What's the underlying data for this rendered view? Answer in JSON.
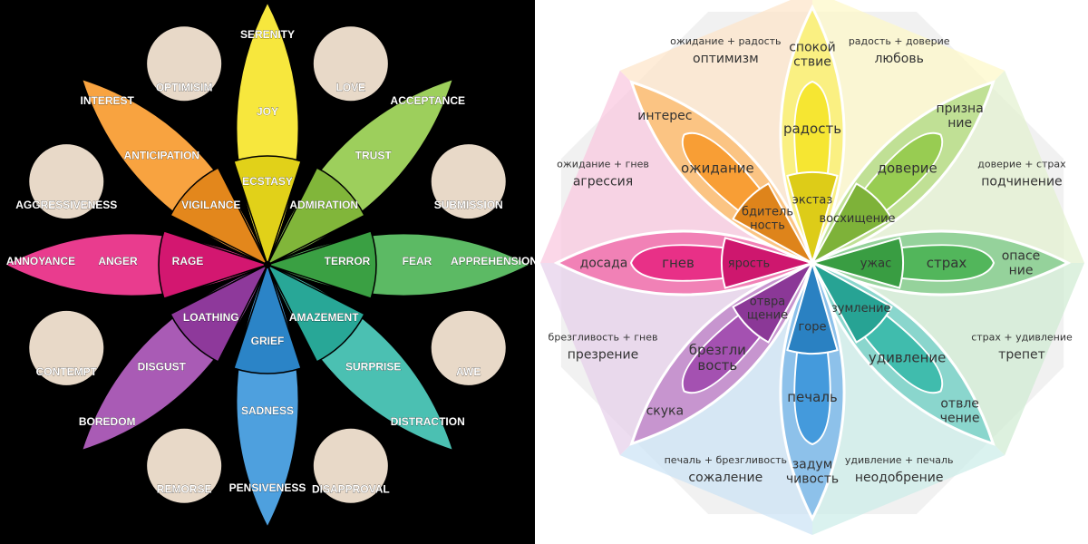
{
  "colors": {
    "joy": "#f5e31b",
    "trust": "#8cc63f",
    "fear": "#3fae49",
    "surprise": "#2bb5a4",
    "sadness": "#2f8fd8",
    "disgust": "#9a3ea8",
    "anger": "#e5197a",
    "anticipation": "#f7931e",
    "left_bg": "#000000",
    "right_bg": "#ffffff",
    "octagon": "#f1f1f1"
  },
  "english_wheel": {
    "petals": [
      {
        "key": "joy",
        "outer": "SERENITY",
        "mid": "JOY",
        "inner": "ECSTASY"
      },
      {
        "key": "trust",
        "outer": "ACCEPTANCE",
        "mid": "TRUST",
        "inner": "ADMIRATION"
      },
      {
        "key": "fear",
        "outer": "APPREHENSION",
        "mid": "FEAR",
        "inner": "TERROR"
      },
      {
        "key": "surprise",
        "outer": "DISTRACTION",
        "mid": "SURPRISE",
        "inner": "AMAZEMENT"
      },
      {
        "key": "sadness",
        "outer": "PENSIVENESS",
        "mid": "SADNESS",
        "inner": "GRIEF"
      },
      {
        "key": "disgust",
        "outer": "BOREDOM",
        "mid": "DISGUST",
        "inner": "LOATHING"
      },
      {
        "key": "anger",
        "outer": "ANNOYANCE",
        "mid": "ANGER",
        "inner": "RAGE"
      },
      {
        "key": "anticipation",
        "outer": "INTEREST",
        "mid": "ANTICIPATION",
        "inner": "VIGILANCE"
      }
    ],
    "dyads": [
      "LOVE",
      "SUBMISSION",
      "AWE",
      "DISAPPROVAL",
      "REMORSE",
      "CONTEMPT",
      "AGGRESSIVENESS",
      "OPTIMISIM"
    ]
  },
  "russian_wheel": {
    "petals": [
      {
        "key": "joy",
        "outer": "спокой ствие",
        "mid": "радость",
        "inner": "экстаз"
      },
      {
        "key": "trust",
        "outer": "призна ние",
        "mid": "доверие",
        "inner": "восхищение"
      },
      {
        "key": "fear",
        "outer": "опасе ние",
        "mid": "страх",
        "inner": "ужас"
      },
      {
        "key": "surprise",
        "outer": "отвле чение",
        "mid": "удивление",
        "inner": "изумление"
      },
      {
        "key": "sadness",
        "outer": "задум чивость",
        "mid": "печаль",
        "inner": "горе"
      },
      {
        "key": "disgust",
        "outer": "скука",
        "mid": "брезгли вость",
        "inner": "отвра щение"
      },
      {
        "key": "anger",
        "outer": "досада",
        "mid": "гнев",
        "inner": "ярость"
      },
      {
        "key": "anticipation",
        "outer": "интерес",
        "mid": "ожидание",
        "inner": "бдитель ность"
      }
    ],
    "dyads": [
      {
        "formula": "радость + доверие",
        "name": "любовь"
      },
      {
        "formula": "доверие + страх",
        "name": "подчинение"
      },
      {
        "formula": "страх + удивление",
        "name": "трепет"
      },
      {
        "formula": "удивление + печаль",
        "name": "неодобрение"
      },
      {
        "formula": "печаль + брезгливость",
        "name": "сожаление"
      },
      {
        "formula": "брезгливость + гнев",
        "name": "презрение"
      },
      {
        "formula": "ожидание + гнев",
        "name": "агрессия"
      },
      {
        "formula": "ожидание + радость",
        "name": "оптимизм"
      }
    ]
  }
}
